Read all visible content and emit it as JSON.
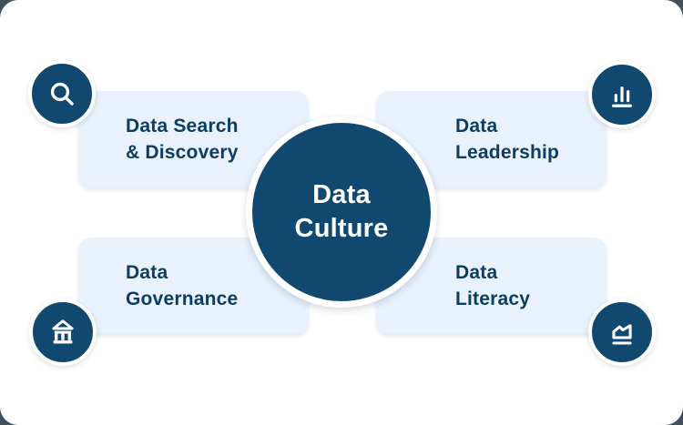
{
  "diagram": {
    "title": "Data Culture diagram",
    "center": {
      "label": "Data Culture",
      "lines": [
        "Data",
        "Culture"
      ]
    },
    "quadrants": [
      {
        "id": "data-search-discovery",
        "position": "top-left",
        "label": "Data Search & Discovery",
        "lines": [
          "Data Search",
          "& Discovery"
        ],
        "icon": "search-icon"
      },
      {
        "id": "data-leadership",
        "position": "top-right",
        "label": "Data Leadership",
        "lines": [
          "Data",
          "Leadership"
        ],
        "icon": "bar-chart-icon"
      },
      {
        "id": "data-governance",
        "position": "bottom-left",
        "label": "Data Governance",
        "lines": [
          "Data",
          "Governance"
        ],
        "icon": "bank-icon"
      },
      {
        "id": "data-literacy",
        "position": "bottom-right",
        "label": "Data Literacy",
        "lines": [
          "Data",
          "Literacy"
        ],
        "icon": "area-chart-icon"
      }
    ],
    "colors": {
      "navy": "#114870",
      "text_navy": "#0d3d61",
      "light_blue": "#e8f1fc",
      "card_background": "#ffffff",
      "page_background": "#41505a",
      "icon_color": "#ffffff"
    }
  }
}
